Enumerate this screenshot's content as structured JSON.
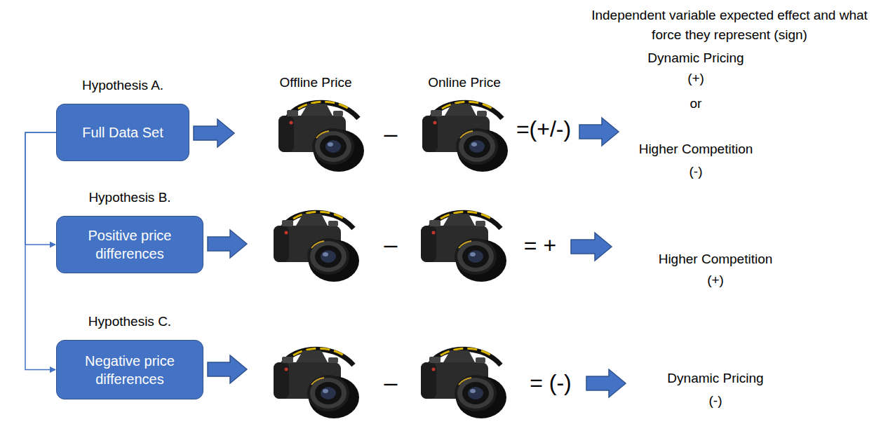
{
  "diagram": {
    "nodes": [
      {
        "text": [
          "Hypothesis A.",
          "Full Data Set"
        ]
      },
      {
        "text": [
          "Hypothesis B.",
          "Positive price differences"
        ]
      },
      {
        "text": [
          "Hypothesis C.",
          "Negative price differences"
        ]
      }
    ],
    "edges": [
      {
        "from": 0,
        "to": 1,
        "arrow": "to"
      },
      {
        "from": 0,
        "to": 2,
        "arrow": "to"
      }
    ],
    "labels": [
      "Independent variable expected effect and what force they represent (sign)",
      "Offline Price",
      "Online Price",
      "–",
      "=(+/-)",
      "Dynamic Pricing",
      "(+)",
      "or",
      "Higher Competition",
      "(-)",
      "–",
      "= +",
      "Higher Competition",
      "(+)",
      "–",
      "= (-)",
      "Dynamic Pricing",
      "(-)"
    ]
  }
}
